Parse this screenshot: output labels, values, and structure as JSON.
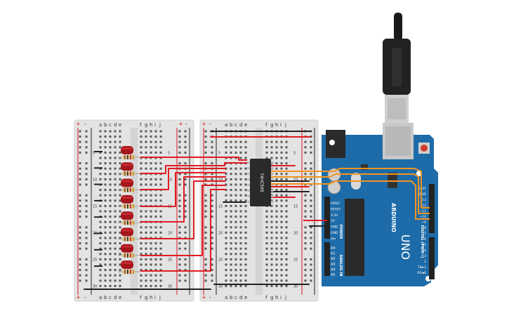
{
  "breadboard_left": {
    "columns_left": [
      "a",
      "b",
      "c",
      "d",
      "e"
    ],
    "columns_right": [
      "f",
      "g",
      "h",
      "i",
      "j"
    ],
    "rail_plus": "+",
    "rail_minus": "-",
    "row_labels": [
      "5",
      "10",
      "15",
      "20",
      "25",
      "30"
    ]
  },
  "breadboard_right": {
    "columns_left": [
      "a",
      "b",
      "c",
      "d",
      "e"
    ],
    "columns_right": [
      "f",
      "g",
      "h",
      "i",
      "j"
    ],
    "rail_plus": "+",
    "rail_minus": "-",
    "row_labels": [
      "5",
      "10",
      "15",
      "20",
      "25",
      "30"
    ]
  },
  "chip": {
    "label": "74HC595"
  },
  "arduino": {
    "brand": "ARDUINO",
    "model": "UNO",
    "power_header_title": "POWER",
    "power_pins": [
      "IOREF",
      "RESET",
      "3.3V",
      "5V",
      "GND",
      "GND",
      "Vin"
    ],
    "analog_header_title": "ANALOG IN",
    "analog_pins": [
      "A0",
      "A1",
      "A2",
      "A3",
      "A4",
      "A5"
    ],
    "digital_header_title": "DIGITAL (PWM~)",
    "digital_pins": [
      "AREF",
      "GND",
      "13",
      "12",
      "~11",
      "~10",
      "~9",
      "8",
      "7",
      "~6",
      "~5",
      "4",
      "~3",
      "2",
      "TX►1",
      "RX◄0"
    ]
  },
  "colors": {
    "wire_red": "#e11b22",
    "wire_orange": "#f19420",
    "wire_black": "#222222",
    "board_blue": "#1d6ba8",
    "led_red": "#a5161b",
    "breadboard": "#e3e3e3"
  }
}
